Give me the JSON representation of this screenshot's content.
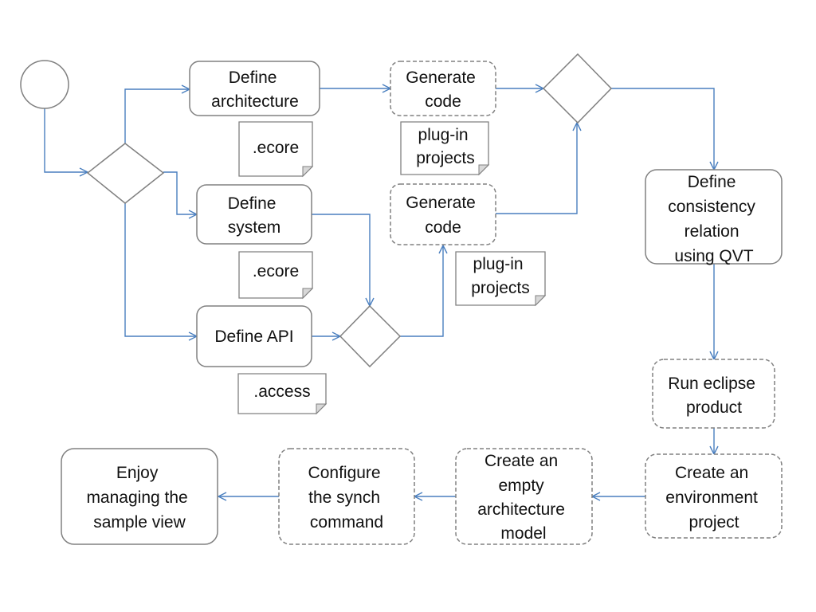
{
  "colors": {
    "edge": "#4a7fbf",
    "border": "#808080",
    "fold": "#d8d8d8"
  },
  "nodes": {
    "define_architecture": [
      "Define",
      "architecture"
    ],
    "generate_code_top": [
      "Generate",
      "code"
    ],
    "define_system": [
      "Define",
      "system"
    ],
    "generate_code_mid": [
      "Generate",
      "code"
    ],
    "define_api": [
      "Define API"
    ],
    "define_consistency": [
      "Define",
      "consistency",
      "relation",
      "using QVT"
    ],
    "run_eclipse": [
      "Run eclipse",
      "product"
    ],
    "create_environment": [
      "Create an",
      "environment",
      "project"
    ],
    "create_architecture_model": [
      "Create an",
      "empty",
      "architecture",
      "model"
    ],
    "configure_synch": [
      "Configure",
      "the synch",
      "command"
    ],
    "enjoy": [
      "Enjoy",
      "managing the",
      "sample view"
    ]
  },
  "notes": {
    "ecore_1": [
      ".ecore"
    ],
    "plugin_1": [
      "plug-in",
      "projects"
    ],
    "ecore_2": [
      ".ecore"
    ],
    "plugin_2": [
      "plug-in",
      "projects"
    ],
    "access": [
      ".access"
    ]
  }
}
